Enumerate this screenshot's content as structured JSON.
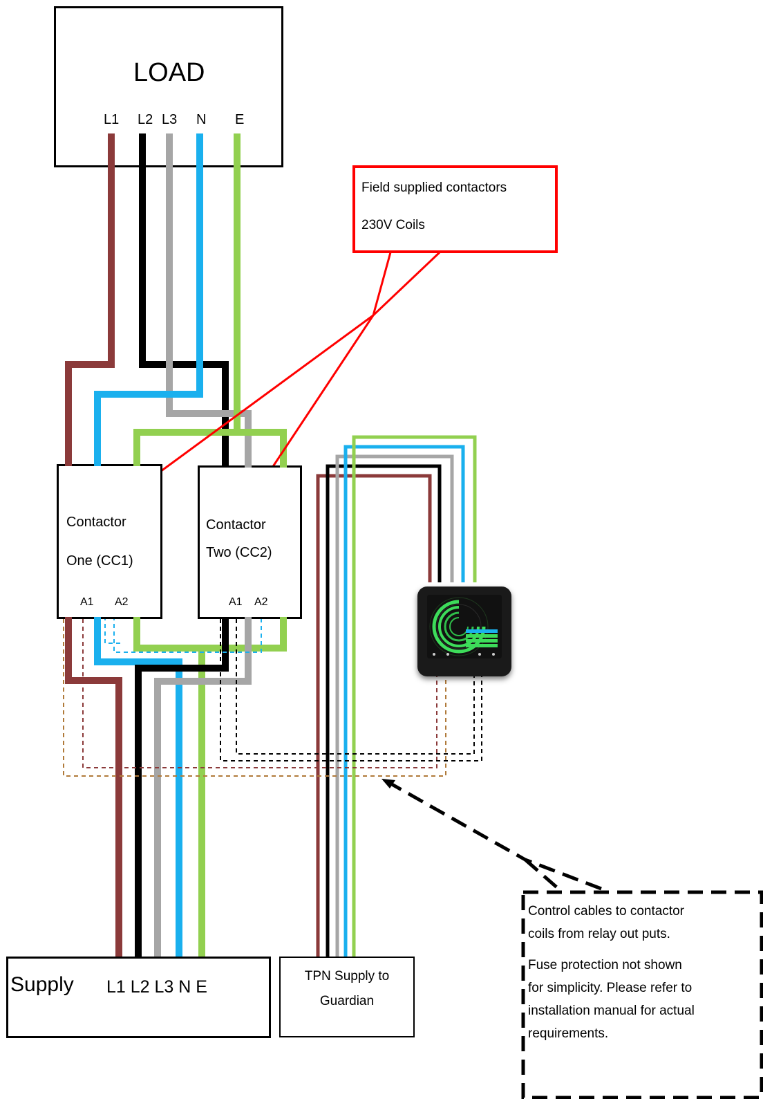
{
  "load": {
    "title": "LOAD",
    "terminals": [
      "L1",
      "L2",
      "L3",
      "N",
      "E"
    ]
  },
  "callout_contactors": {
    "line1": "Field supplied contactors",
    "line2": "230V Coils"
  },
  "contactor_one": {
    "line1": "Contactor",
    "line2": "One (CC1)",
    "a1": "A1",
    "a2": "A2"
  },
  "contactor_two": {
    "line1": "Contactor",
    "line2": "Two (CC2)",
    "a1": "A1",
    "a2": "A2"
  },
  "supply": {
    "label": "Supply",
    "terminals": "L1 L2 L3 N E"
  },
  "tpn_supply": {
    "line1": "TPN Supply to",
    "line2": "Guardian"
  },
  "control_note": {
    "line1": "Control cables to contactor",
    "line2": "coils from relay out puts.",
    "line3": "Fuse protection not shown",
    "line4": "for simplicity. Please refer to",
    "line5": "installation manual for actual",
    "line6": "requirements."
  },
  "colors": {
    "l1_brown": "#8b3a3a",
    "l2_black": "#000000",
    "l3_grey": "#a6a6a6",
    "n_blue": "#1ab0ee",
    "e_green": "#92d050",
    "callout_red": "#ff0000",
    "control_orange": "#b07a3a"
  },
  "icons": {
    "device": "guardian-display-device"
  }
}
